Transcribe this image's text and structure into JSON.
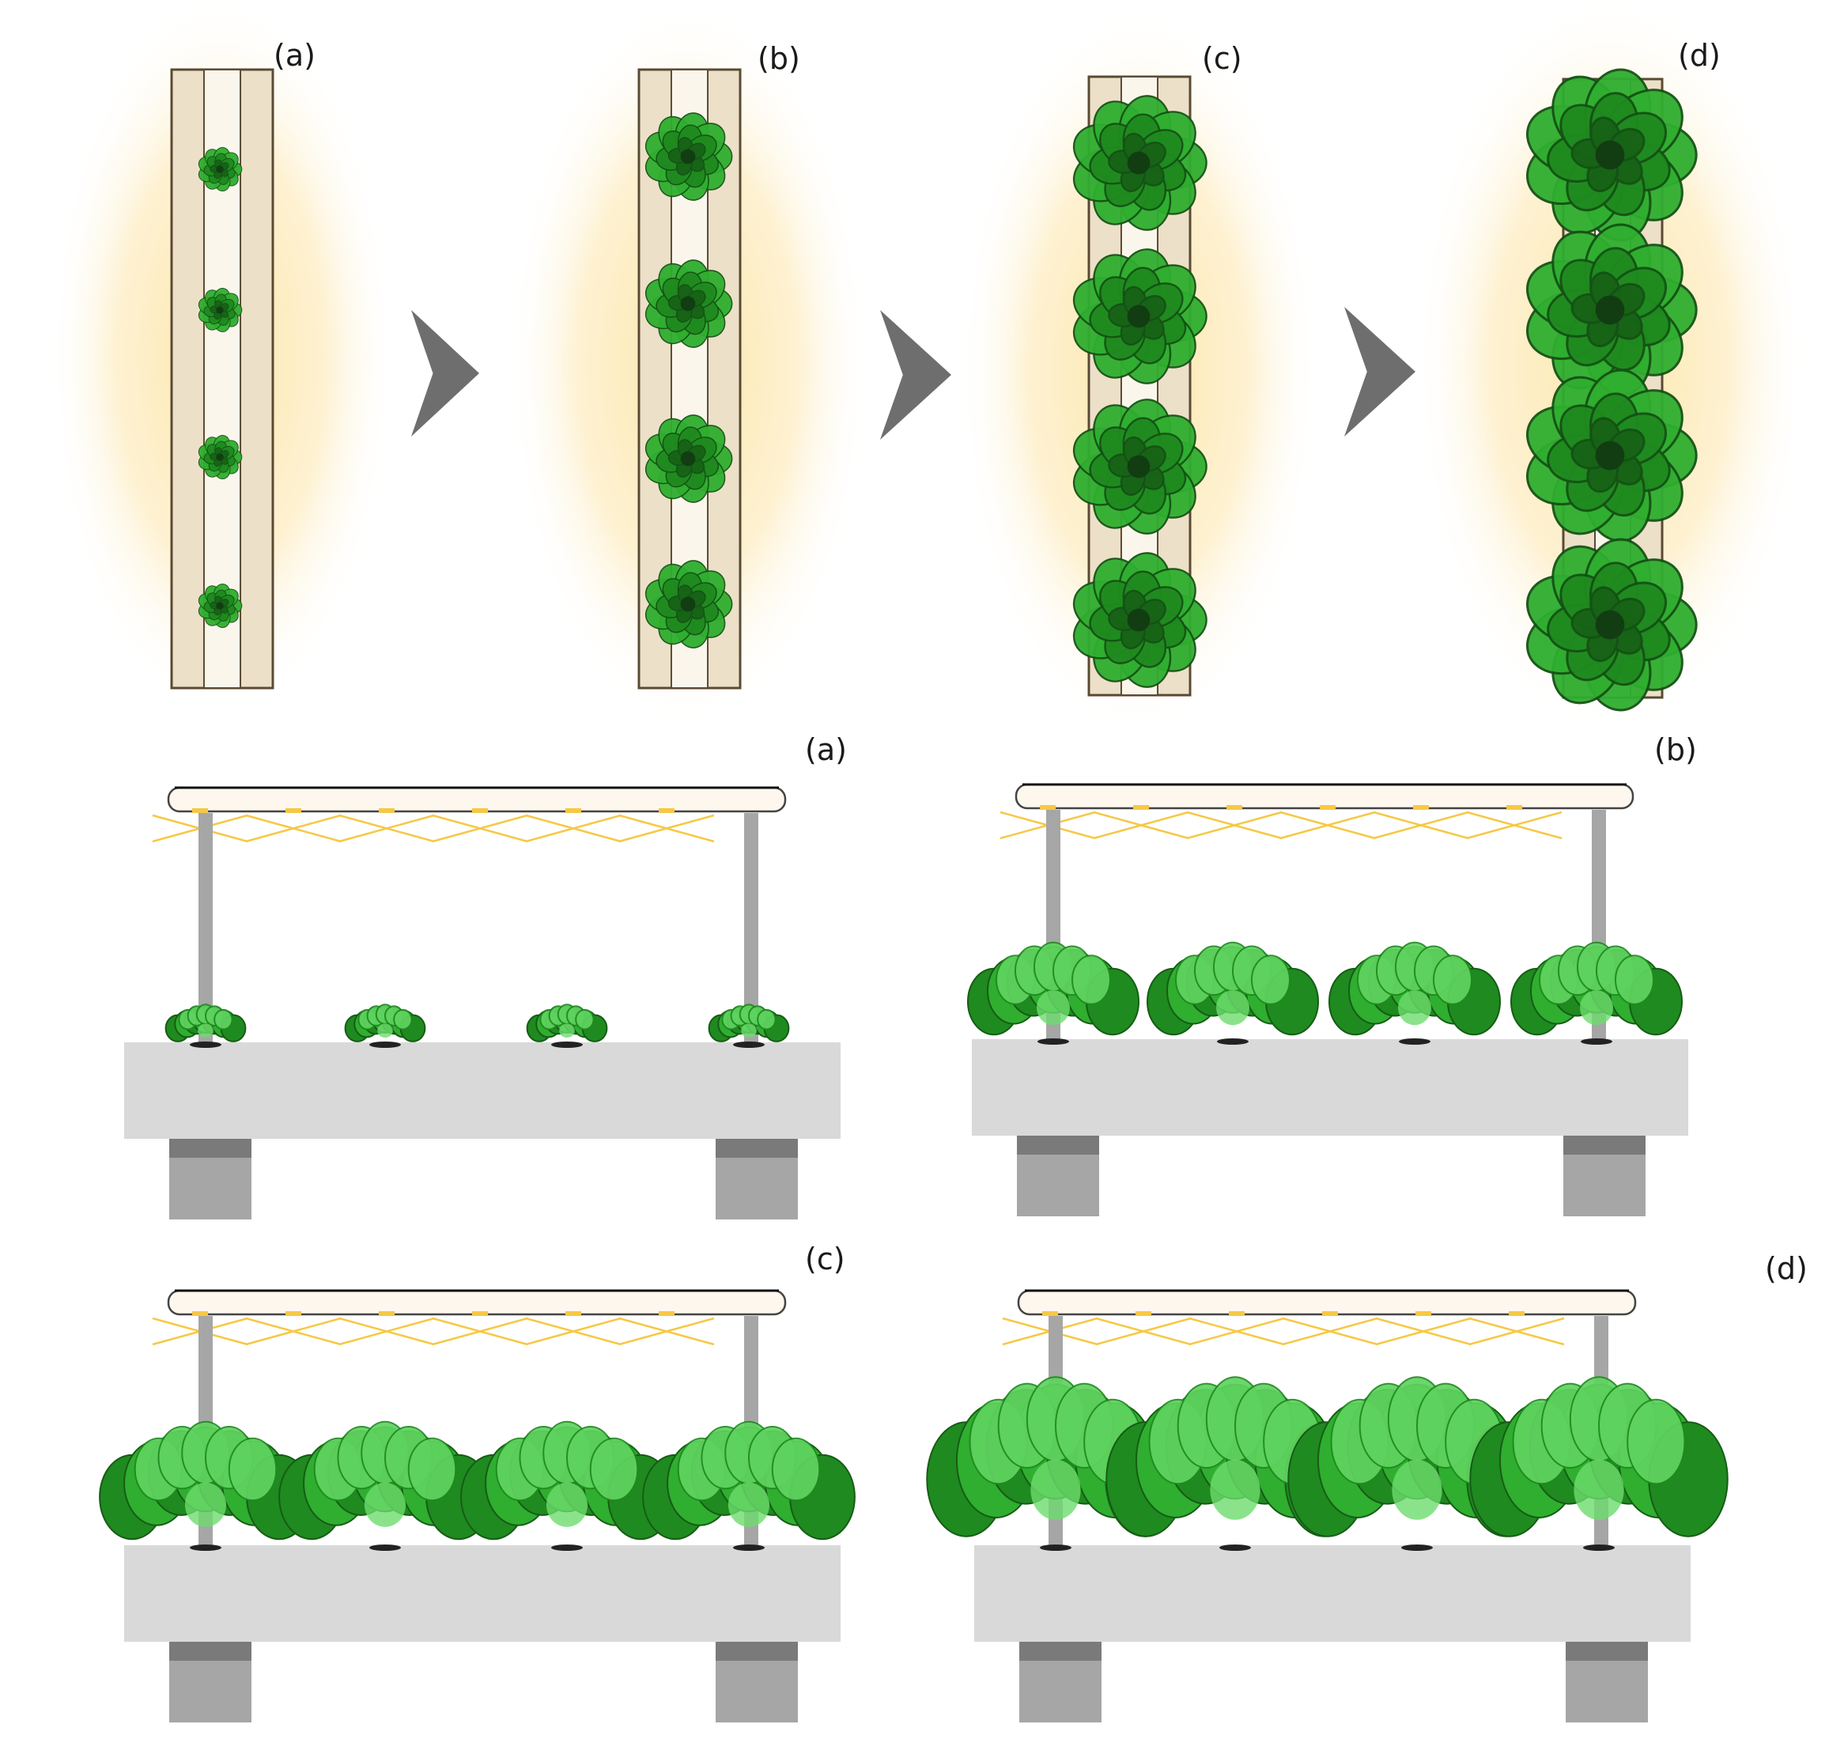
{
  "top_row": {
    "panels": [
      {
        "label": "(a)",
        "plants": 4,
        "stage": "seedling"
      },
      {
        "label": "(b)",
        "plants": 4,
        "stage": "young"
      },
      {
        "label": "(c)",
        "plants": 4,
        "stage": "medium"
      },
      {
        "label": "(d)",
        "plants": 4,
        "stage": "mature"
      }
    ],
    "arrow_icon": "chevron-right-icon"
  },
  "side_views": [
    {
      "label": "(a)",
      "plants": 4,
      "stage": "seedling"
    },
    {
      "label": "(b)",
      "plants": 4,
      "stage": "young"
    },
    {
      "label": "(c)",
      "plants": 4,
      "stage": "medium"
    },
    {
      "label": "(d)",
      "plants": 4,
      "stage": "mature"
    }
  ],
  "colors": {
    "glow": "#fde6a8",
    "tray": "#ede0c8",
    "tray_border": "#5a4a33",
    "leaf_dark": "#1f8a1f",
    "leaf_mid": "#2fae2f",
    "leaf_light": "#5fd35f",
    "arrow": "#6e6e6e",
    "bench": "#d9d9d9",
    "leg_top": "#7a7a7a",
    "leg_bottom": "#a6a6a6",
    "pole": "#a6a6a6",
    "lamp": "#fdf7ee",
    "light_ray": "#f6c845"
  }
}
